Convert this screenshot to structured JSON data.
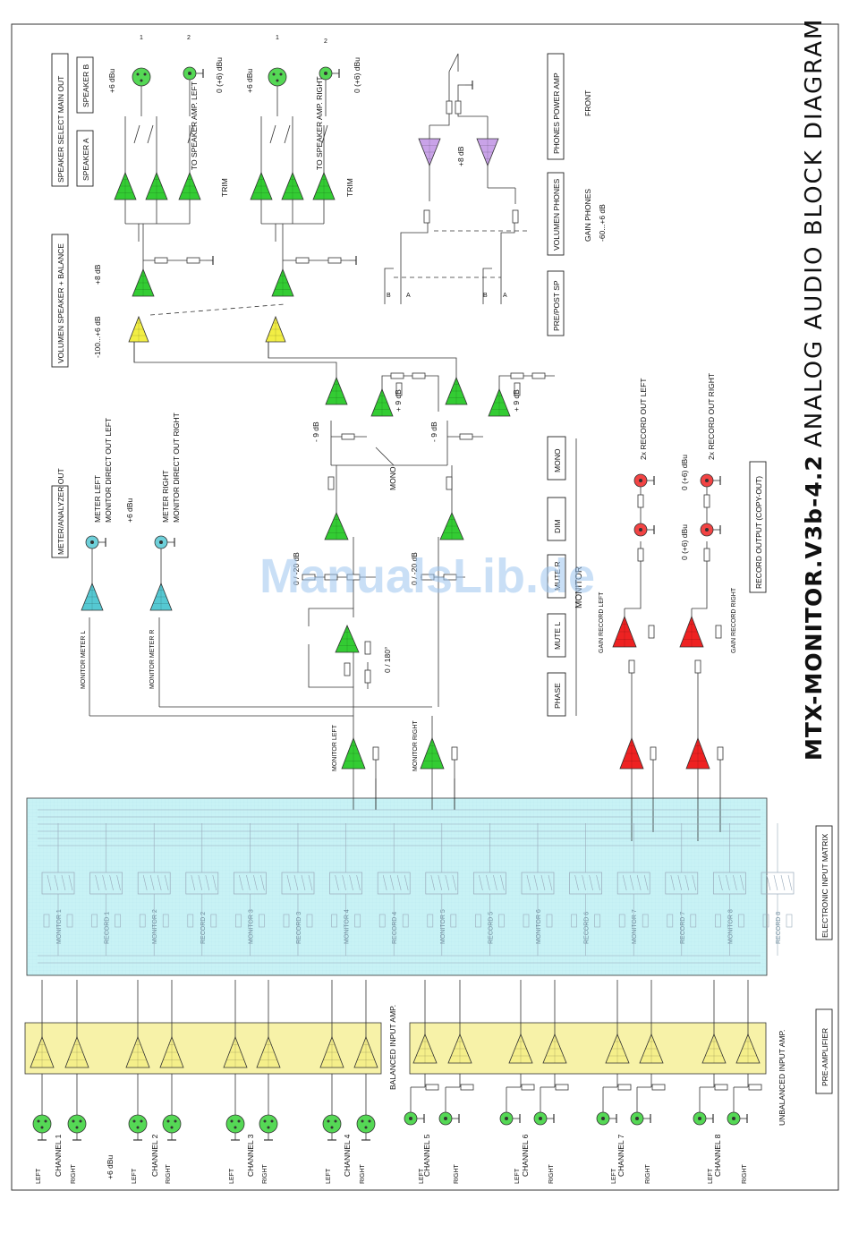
{
  "title": "ANALOG AUDIO BLOCK DIAGRAM",
  "model": "MTX-MONITOR.V3b-4.2",
  "watermark": "ManualsLib.de",
  "colors": {
    "preamp_zone": "#f7f2a8",
    "matrix_zone": "#c8f2f5",
    "green_amp": "#33cc33",
    "yellow_amp": "#f2ee44",
    "red_amp": "#ee2222",
    "cyan_amp": "#55c8d2",
    "violet_amp": "#c9a3e8"
  },
  "sections": {
    "pre_amplifier": "PRE-AMPLIFIER",
    "electronic_input_matrix": "ELECTRONIC INPUT MATRIX",
    "meter_analyzer_out": "METER/ANALYZER OUT",
    "volumen_speaker_balance": "VOLUMEN SPEAKER + BALANCE",
    "speaker_select": "SPEAKER SELECT MAIN OUT",
    "speaker_a": "SPEAKER A",
    "speaker_b": "SPEAKER B",
    "pre_post_sp": "PRE/POST SP",
    "volumen_phones": "VOLUMEN PHONES",
    "phones_power_amp": "PHONES POWER AMP",
    "record_output": "RECORD OUTPUT (COPY-OUT)",
    "monitor": "MONITOR"
  },
  "labels": {
    "balanced_input_amp": "BALANCED INPUT AMP.",
    "unbalanced_input_amp": "UNBALANCED INPUT AMP.",
    "plus6_dbu": "+6 dBu",
    "meter_left": "METER LEFT",
    "monitor_direct_left": "MONITOR DIRECT OUT LEFT",
    "meter_right": "METER RIGHT",
    "monitor_direct_right": "MONITOR DIRECT OUT RIGHT",
    "monitor_meter_l": "MONITOR METER L",
    "monitor_meter_r": "MONITOR METER R",
    "monitor_left": "MONITOR LEFT",
    "monitor_right": "MONITOR RIGHT",
    "phase_deg": "0 / 180°",
    "mono": "MONO",
    "minus9db": "- 9 dB",
    "plus9db": "+ 9 dB",
    "range_a": "0 / -20 dB",
    "range_b": "0 / -20 dB",
    "gain_record_left": "GAIN RECORD LEFT",
    "gain_record_right": "GAIN RECORD RIGHT",
    "rec_lvl_a": "0 (+6) dBu",
    "rec_lvl_b": "0 (+6) dBu",
    "x2_rec_left": "2x  RECORD OUT LEFT",
    "x2_rec_right": "2x  RECORD OUT RIGHT",
    "vol_range": "-100...+6 dB",
    "plus8db": "+8 dB",
    "trim": "TRIM",
    "to_spk_left": "TO SPEAKER AMP. LEFT",
    "to_spk_right": "TO SPEAKER AMP. RIGHT",
    "spk_out_lvl": "0 (+6) dBu",
    "phones_plus8": "+8 dB",
    "gain_phones": "GAIN PHONES",
    "gain_phones_range": "-60...+6 dB",
    "front": "FRONT",
    "pin1": "1",
    "pin2": "2",
    "ab_a": "A",
    "ab_b": "B"
  },
  "buttons": [
    "PHASE",
    "MUTE L",
    "MUTE R",
    "DIM",
    "MONO"
  ],
  "channels": [
    {
      "name": "CHANNEL 1",
      "left": "LEFT",
      "right": "RIGHT"
    },
    {
      "name": "CHANNEL 2",
      "left": "LEFT",
      "right": "RIGHT"
    },
    {
      "name": "CHANNEL 3",
      "left": "LEFT",
      "right": "RIGHT"
    },
    {
      "name": "CHANNEL 4",
      "left": "LEFT",
      "right": "RIGHT"
    },
    {
      "name": "CHANNEL 5",
      "left": "LEFT",
      "right": "RIGHT"
    },
    {
      "name": "CHANNEL 6",
      "left": "LEFT",
      "right": "RIGHT"
    },
    {
      "name": "CHANNEL 7",
      "left": "LEFT",
      "right": "RIGHT"
    },
    {
      "name": "CHANNEL 8",
      "left": "LEFT",
      "right": "RIGHT"
    }
  ],
  "matrix_labels": [
    "MONITOR 1",
    "RECORD 1",
    "MONITOR 2",
    "RECORD 2",
    "MONITOR 3",
    "RECORD 3",
    "MONITOR 4",
    "RECORD 4",
    "MONITOR 5",
    "RECORD 5",
    "MONITOR 6",
    "RECORD 6",
    "MONITOR 7",
    "RECORD 7",
    "MONITOR 8",
    "RECORD 8"
  ]
}
